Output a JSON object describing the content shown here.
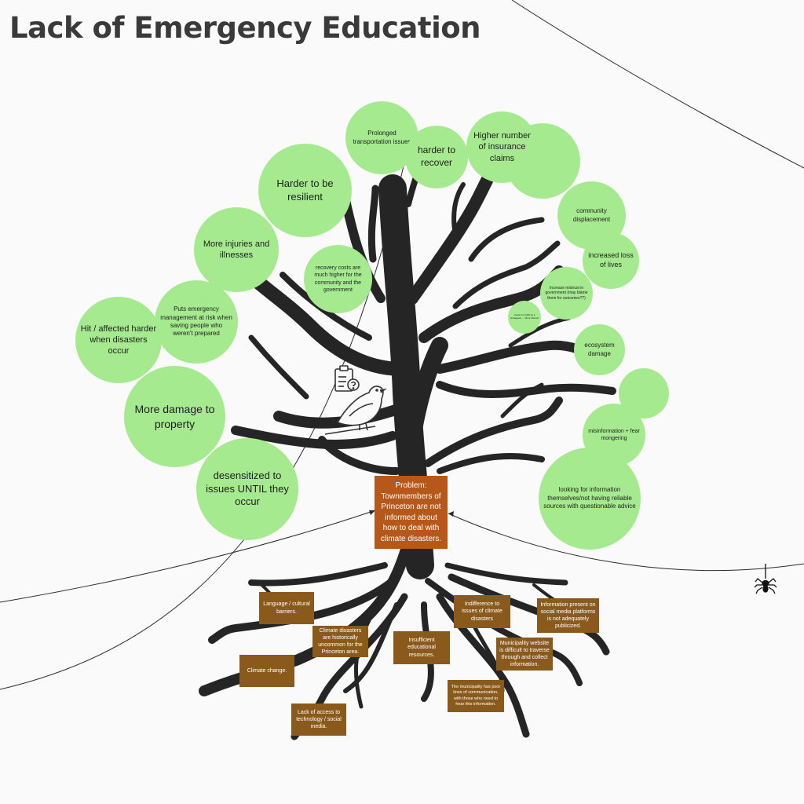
{
  "title": "Lack of Emergency Education",
  "problem": "Problem: Townmembers of Princeton are not informed about how to deal with climate disasters.",
  "colors": {
    "circle": "#a5ea8f",
    "root_box": "#8a5a1c",
    "problem_box": "#b5581a",
    "tree": "#252525",
    "title": "#3a3a3a"
  },
  "effects": [
    "Prolonged transportation issues",
    "harder to recover",
    "Higher number of insurance claims",
    "Harder to be resilient",
    "community displacement",
    "increased loss of lives",
    "More injuries and illnesses",
    "recovery costs are much higher for the community and the government",
    "Increase mistrust in government (may blame them for outcomes??)",
    "cluster for (Hilfr as a strategies) → More distrust",
    "Puts emergency management at risk when saving people who weren't prepared",
    "Hit / affected harder when disasters occur",
    "ecosystem damage",
    "More damage to property",
    "misinformation + fear mongering",
    "desensitized to issues UNTIL they occur",
    "looking for information themselves/not having reliable sources with questionable advice"
  ],
  "causes": [
    "Language / cultural barriers.",
    "Climate disasters are historically uncommon for the Princeton area.",
    "Climate change.",
    "Insufficient educational resources.",
    "Indifference to issues of climate disasters",
    "Information present on social media platforms is not adequately publicized.",
    "Municipality website is difficult to traverse through and collect information.",
    "The municipality has poor lines of communication, with those who need to hear this information.",
    "Lack of access to technology / social media."
  ]
}
